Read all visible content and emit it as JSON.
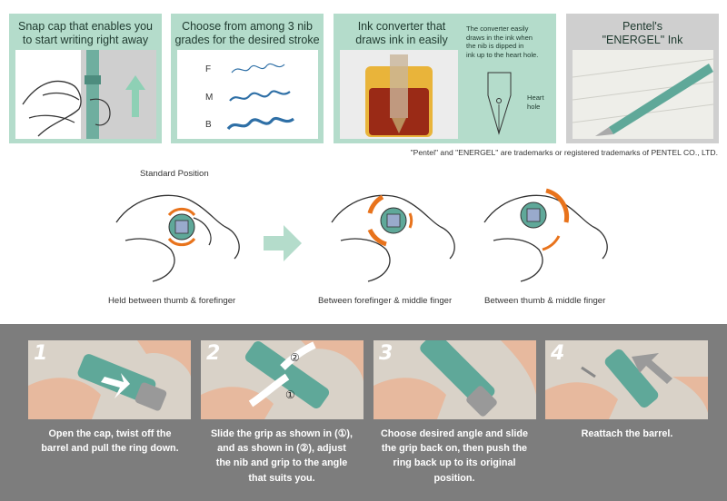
{
  "features": [
    {
      "title": "Snap cap that enables you\nto start writing right away"
    },
    {
      "title": "Choose from among 3 nib\ngrades for the desired stroke",
      "grades": [
        "F",
        "M",
        "B"
      ]
    },
    {
      "title": "Ink converter that\ndraws ink in easily",
      "note": "The converter easily\ndraws in the ink when\nthe nib is dipped in\nink up to the heart hole.",
      "heart_label": "Heart\nhole"
    },
    {
      "title": "Pentel's\n\"ENERGEL\" Ink"
    }
  ],
  "trademark": "\"Pentel\" and \"ENERGEL\" are trademarks or registered trademarks of PENTEL CO., LTD.",
  "holding": {
    "standard_label": "Standard Position",
    "positions": [
      "Held between thumb & forefinger",
      "Between forefinger & middle finger",
      "Between thumb & middle finger"
    ]
  },
  "steps": [
    {
      "num": "1",
      "text": "Open the cap, twist off the\nbarrel and pull the ring down."
    },
    {
      "num": "2",
      "text": "Slide the grip as shown in (①),\nand as shown in (②), adjust\nthe nib and grip to the angle\nthat suits you.",
      "marks": [
        "①",
        "②"
      ]
    },
    {
      "num": "3",
      "text": "Choose desired angle and slide\nthe grip back on, then push the\nring back up to its original\nposition."
    },
    {
      "num": "4",
      "text": "Reattach the barrel."
    }
  ],
  "colors": {
    "panel": "#b4dccb",
    "pen": "#5fa899",
    "ink": "#2e6fa6",
    "orange": "#e8731c",
    "bottom": "#7d7d7d"
  }
}
